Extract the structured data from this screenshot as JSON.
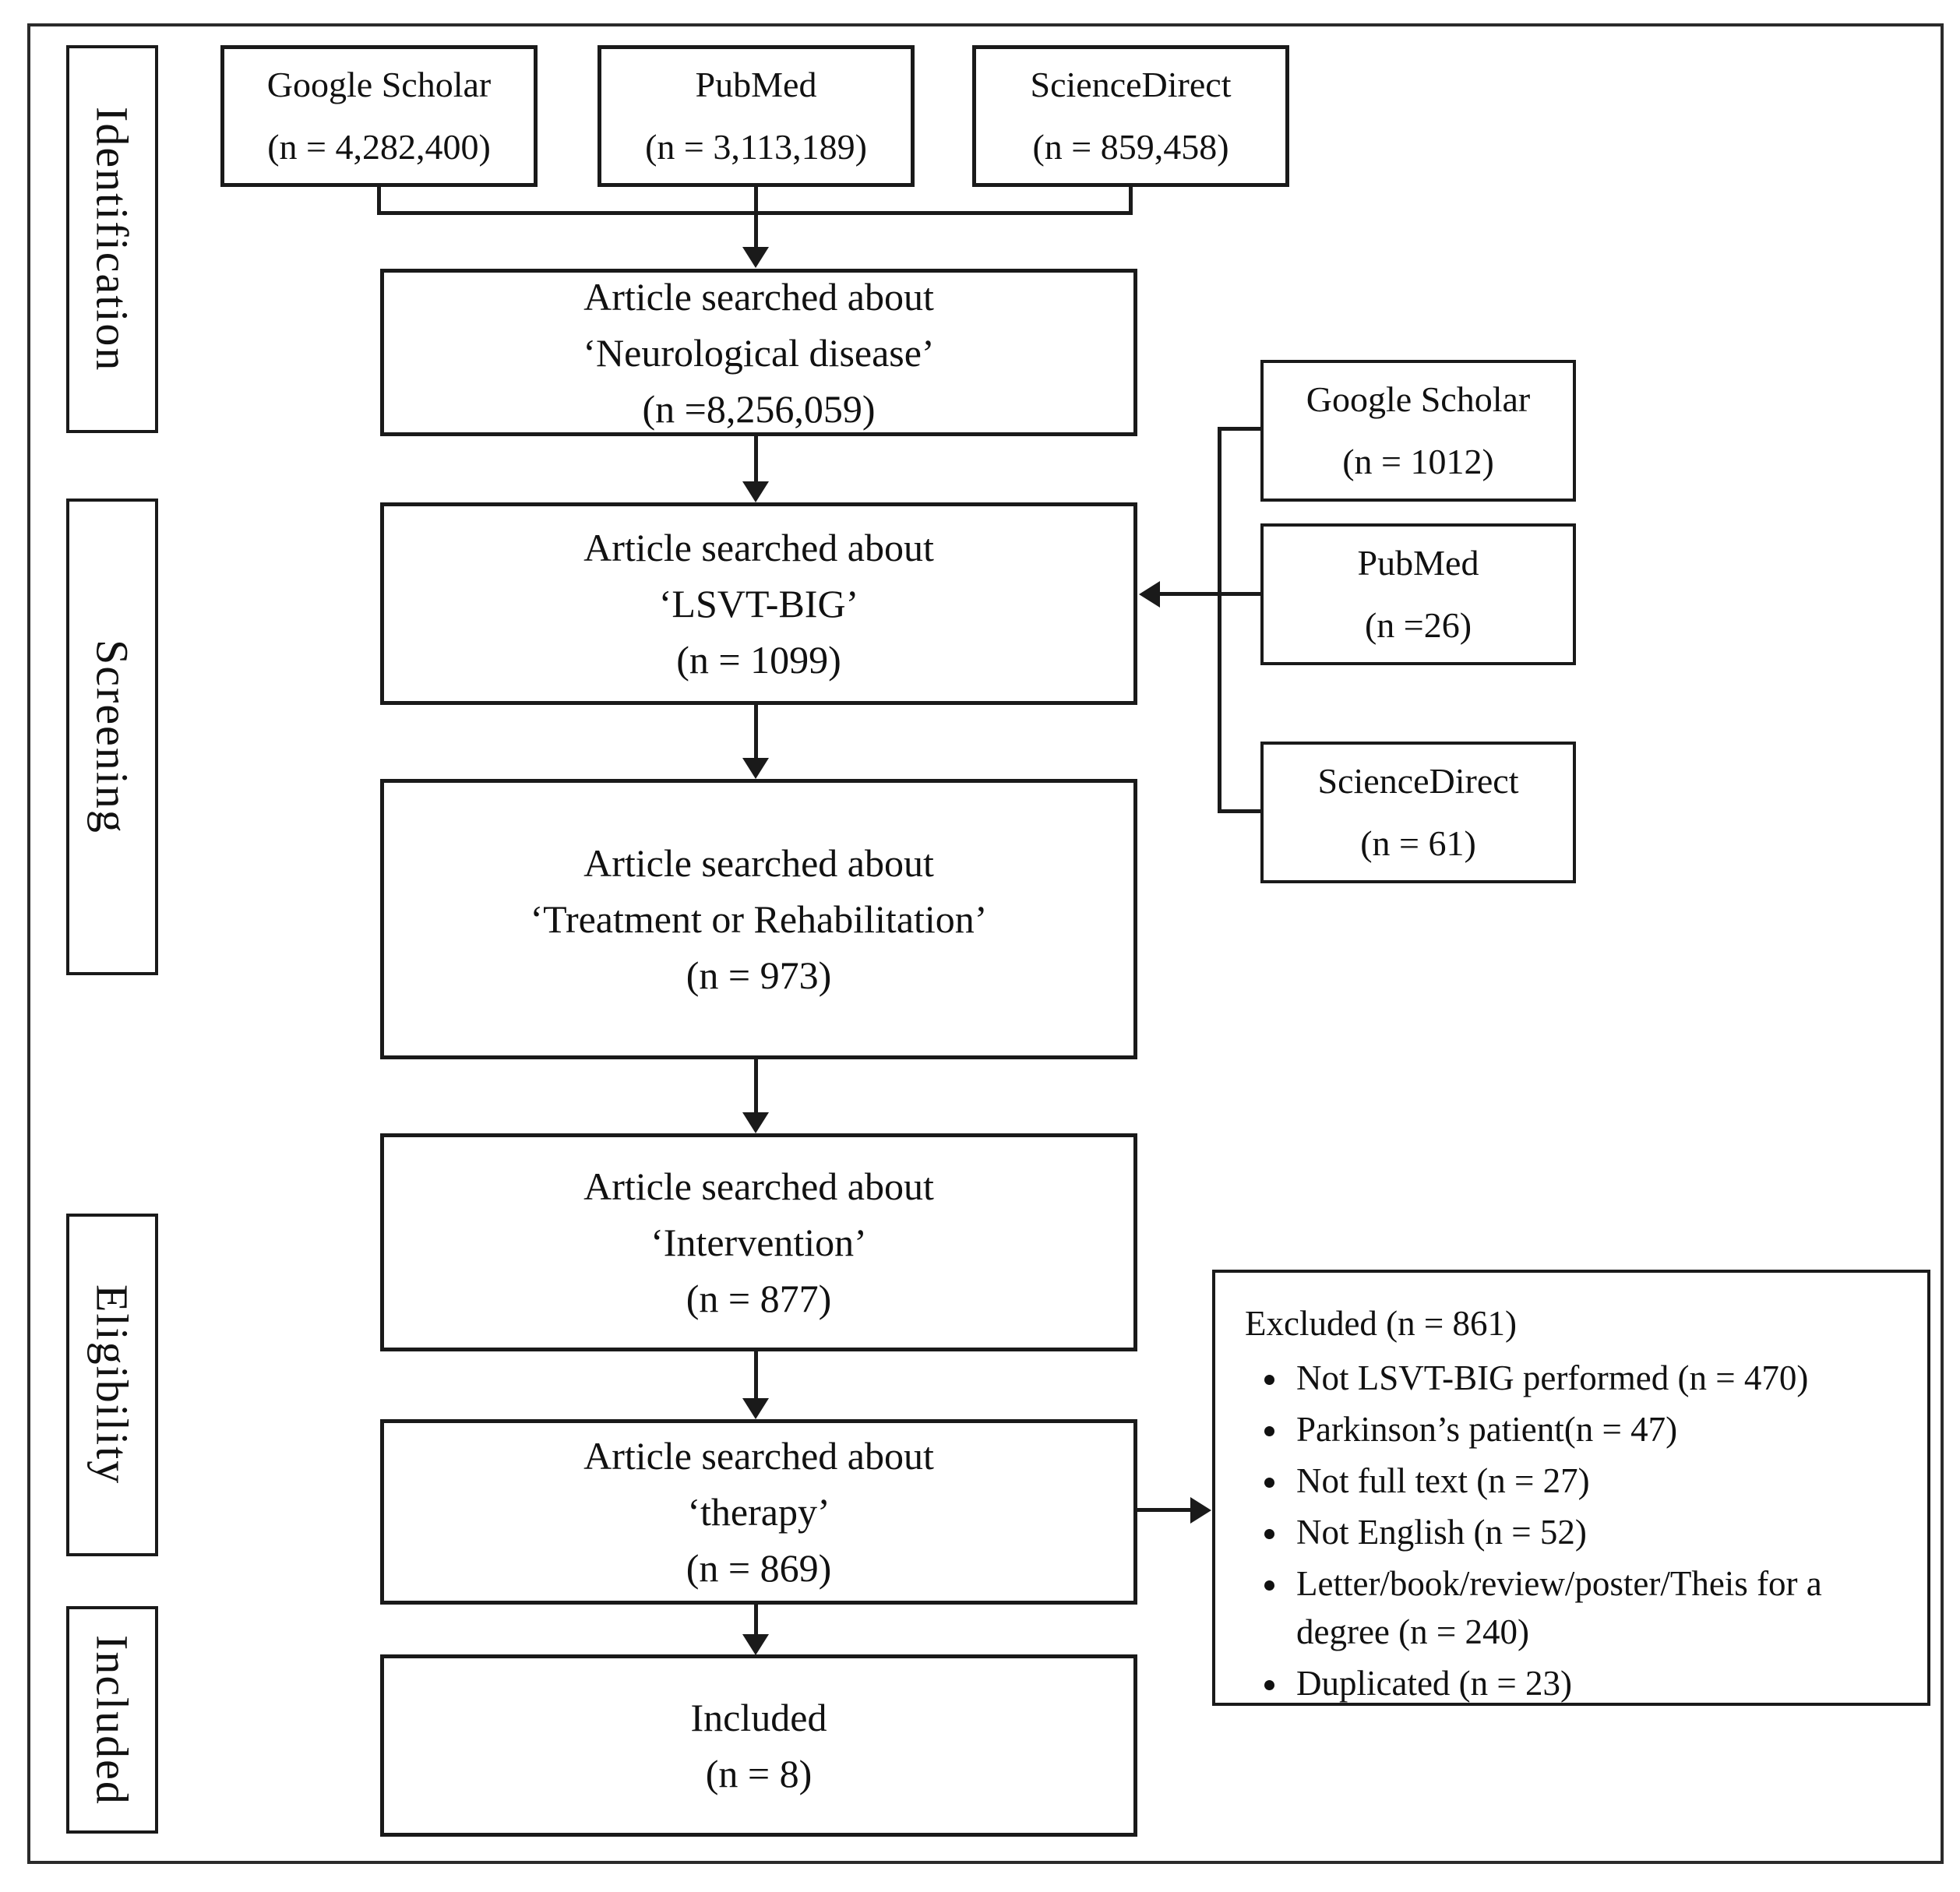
{
  "figure": {
    "stages": [
      "Identification",
      "Screening",
      "Eligibility",
      "Included"
    ],
    "top_sources": [
      {
        "name": "Google Scholar",
        "count": "(n = 4,282,400)"
      },
      {
        "name": "PubMed",
        "count": "(n = 3,113,189)"
      },
      {
        "name": "ScienceDirect",
        "count": "(n = 859,458)"
      }
    ],
    "main_flow": [
      {
        "line1": "Article searched about",
        "line2": "‘Neurological disease’",
        "line3": "(n =8,256,059)"
      },
      {
        "line1": "Article searched about",
        "line2": "‘LSVT-BIG’",
        "line3": "(n = 1099)"
      },
      {
        "line1": "Article searched about",
        "line2": "‘Treatment or Rehabilitation’",
        "line3": "(n = 973)"
      },
      {
        "line1": "Article searched about",
        "line2": "‘Intervention’",
        "line3": "(n = 877)"
      },
      {
        "line1": "Article searched about",
        "line2": "‘therapy’",
        "line3": "(n = 869)"
      },
      {
        "line1": "Included",
        "line2": "(n = 8)"
      }
    ],
    "side_sources": [
      {
        "name": "Google Scholar",
        "count": "(n = 1012)"
      },
      {
        "name": "PubMed",
        "count": "(n =26)"
      },
      {
        "name": "ScienceDirect",
        "count": "(n = 61)"
      }
    ],
    "excluded": {
      "title": "Excluded (n = 861)",
      "items": [
        "Not LSVT-BIG performed (n = 470)",
        "Parkinson’s patient(n = 47)",
        "Not full text (n = 27)",
        "Not English (n = 52)",
        "Letter/book/review/poster/Theis for a degree (n = 240)",
        "Duplicated (n = 23)"
      ]
    }
  }
}
